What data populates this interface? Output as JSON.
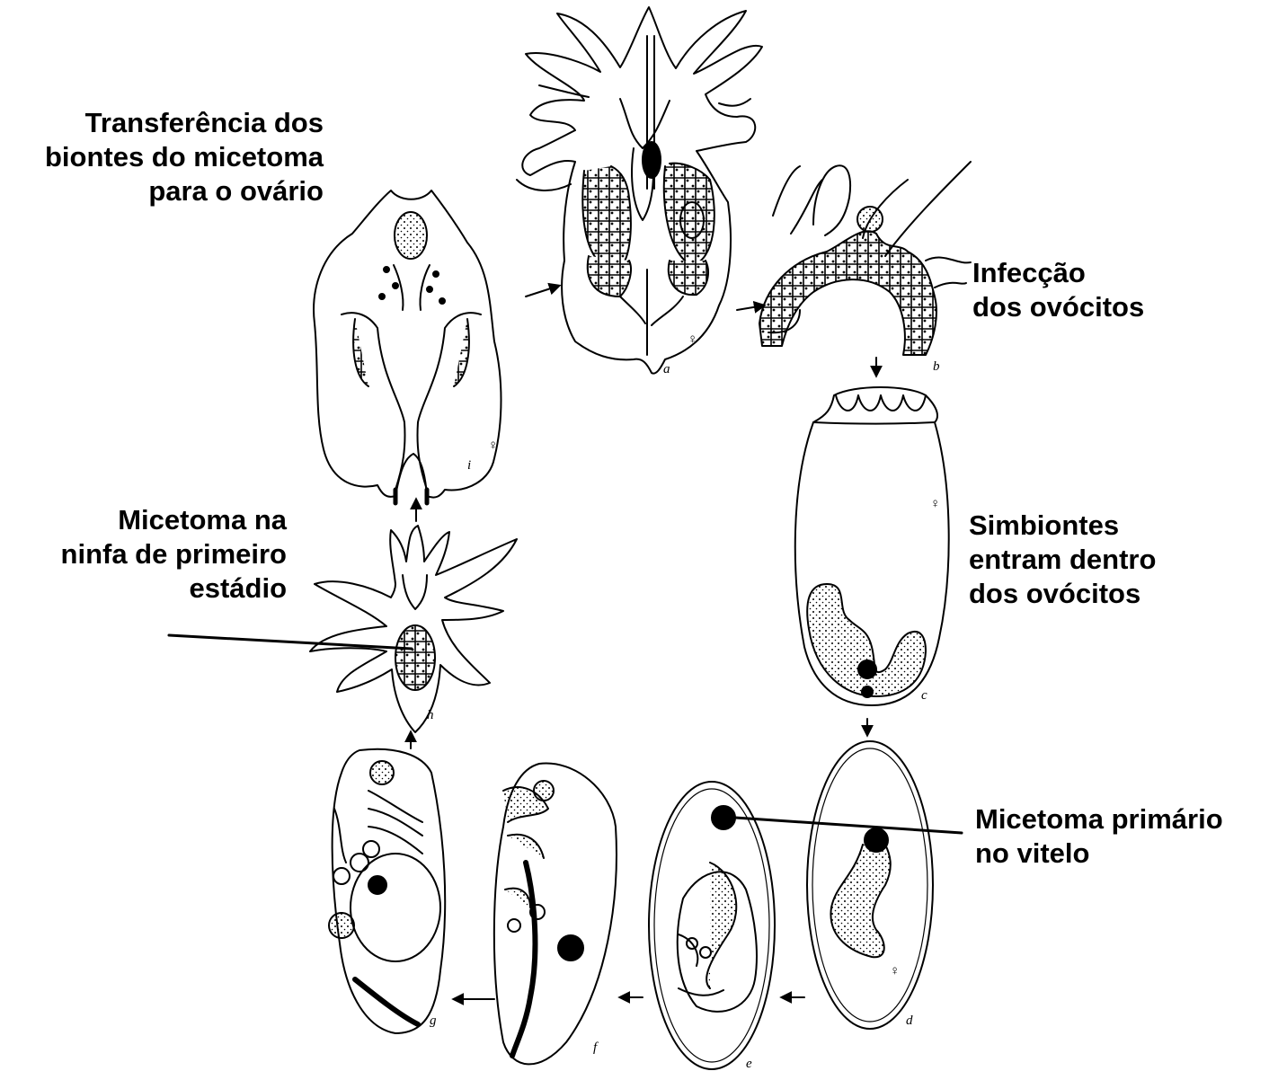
{
  "labels": {
    "transfer": [
      "Transferência dos",
      "biontes do micetoma",
      "para o ovário"
    ],
    "infection": [
      "Infecção",
      "dos ovócitos"
    ],
    "enter": [
      "Simbiontes",
      "entram dentro",
      "dos ovócitos"
    ],
    "primary": [
      "Micetoma primário",
      "no vitelo"
    ],
    "nymph": [
      "Micetoma na",
      "ninfa de primeiro",
      "estádio"
    ]
  },
  "stage_letters": [
    "a",
    "b",
    "c",
    "d",
    "e",
    "f",
    "g",
    "h",
    "i"
  ],
  "female_symbol": "♀",
  "colors": {
    "ink": "#000000",
    "background": "#ffffff"
  }
}
